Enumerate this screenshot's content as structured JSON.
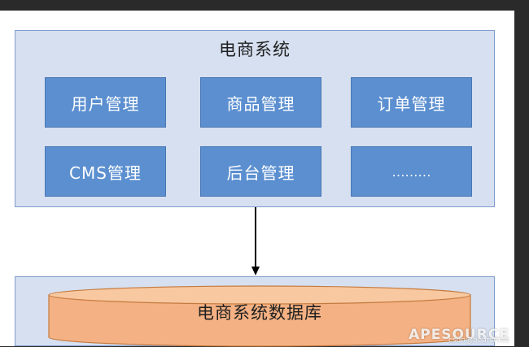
{
  "system": {
    "title": "电商系统",
    "modules": [
      {
        "label": "用户管理"
      },
      {
        "label": "商品管理"
      },
      {
        "label": "订单管理"
      },
      {
        "label": "CMS管理"
      },
      {
        "label": "后台管理"
      },
      {
        "label": "………"
      }
    ]
  },
  "database": {
    "label": "电商系统数据库"
  },
  "watermark": {
    "brand": "APESOURCE",
    "sub": "csdn@bearsmao"
  },
  "colors": {
    "container_fill": "#d6e0f0",
    "module_fill": "#5b8fd0",
    "database_fill": "#f4b183",
    "arrow": "#000000"
  }
}
